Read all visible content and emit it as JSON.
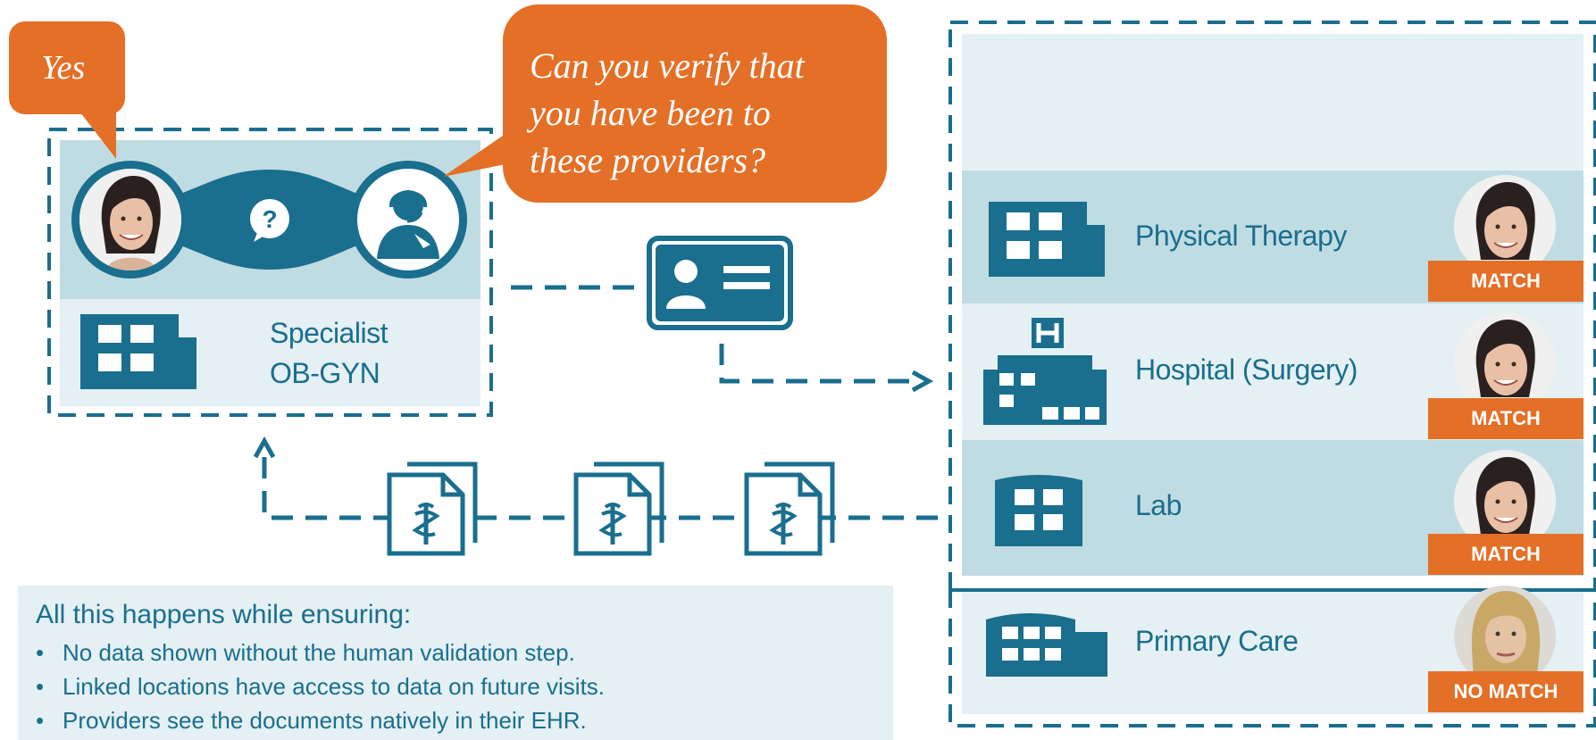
{
  "bubbles": {
    "yes": "Yes",
    "question": [
      "Can you verify that",
      "you have been to",
      "these providers?"
    ]
  },
  "specialist": {
    "lines": [
      "Specialist",
      "OB-GYN"
    ],
    "question_mark": "?"
  },
  "providers": [
    {
      "name": "Physical Therapy",
      "status": "MATCH",
      "icon": "building-icon"
    },
    {
      "name": "Hospital (Surgery)",
      "status": "MATCH",
      "icon": "hospital-icon"
    },
    {
      "name": "Lab",
      "status": "MATCH",
      "icon": "building-icon"
    },
    {
      "name": "Primary Care",
      "status": "NO MATCH",
      "icon": "building-wide-icon"
    }
  ],
  "info": {
    "title": "All this happens while ensuring:",
    "bullet": "•",
    "items": [
      "No data shown without the human validation step.",
      "Linked locations have access to data on future visits.",
      "Providers see the documents natively in their EHR."
    ]
  },
  "colors": {
    "teal": "#1a6e8e",
    "orange": "#e46f26",
    "panel_light": "#e4f0f3",
    "panel_mid": "#c0dce3"
  }
}
